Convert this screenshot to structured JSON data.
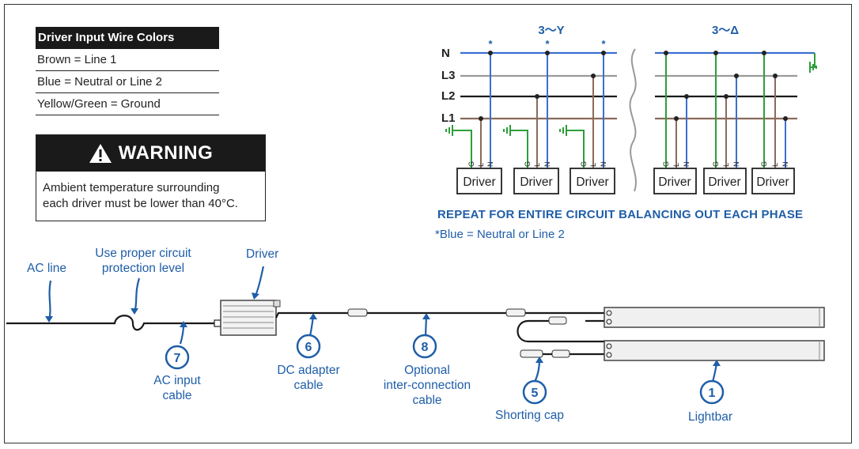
{
  "legend": {
    "title": "Driver Input Wire Colors",
    "rows": [
      "Brown = Line 1",
      "Blue = Neutral or Line 2",
      "Yellow/Green = Ground"
    ]
  },
  "warning": {
    "title": "WARNING",
    "text_line1": "Ambient temperature surrounding",
    "text_line2": "each driver must be lower than 40°C."
  },
  "wiring": {
    "wye_label": "3～Y",
    "delta_label": "3～Δ",
    "rails": [
      "N",
      "L3",
      "L2",
      "L1"
    ],
    "asterisk": "*",
    "terminal_labels": [
      "G",
      "L",
      "N"
    ],
    "driver_label": "Driver",
    "repeat_note": "REPEAT FOR ENTIRE CIRCUIT BALANCING OUT EACH PHASE",
    "footnote": "*Blue = Neutral or Line 2",
    "colors": {
      "neutral": "#3b6fd0",
      "l3": "#9a9a9a",
      "l2": "#1a1a1a",
      "l1": "#8b6a5a",
      "ground": "#2e9e3a",
      "accent": "#1f5ea8"
    }
  },
  "callouts": {
    "ac_line": "AC line",
    "protection_l1": "Use proper circuit",
    "protection_l2": "protection level",
    "driver": "Driver",
    "ac_input_l1": "AC input",
    "ac_input_l2": "cable",
    "dc_adapter_l1": "DC adapter",
    "dc_adapter_l2": "cable",
    "optional_l1": "Optional",
    "optional_l2": "inter-connection",
    "optional_l3": "cable",
    "shorting_cap": "Shorting cap",
    "lightbar": "Lightbar"
  },
  "numbers": {
    "n7": "7",
    "n6": "6",
    "n8": "8",
    "n5": "5",
    "n1": "1"
  }
}
